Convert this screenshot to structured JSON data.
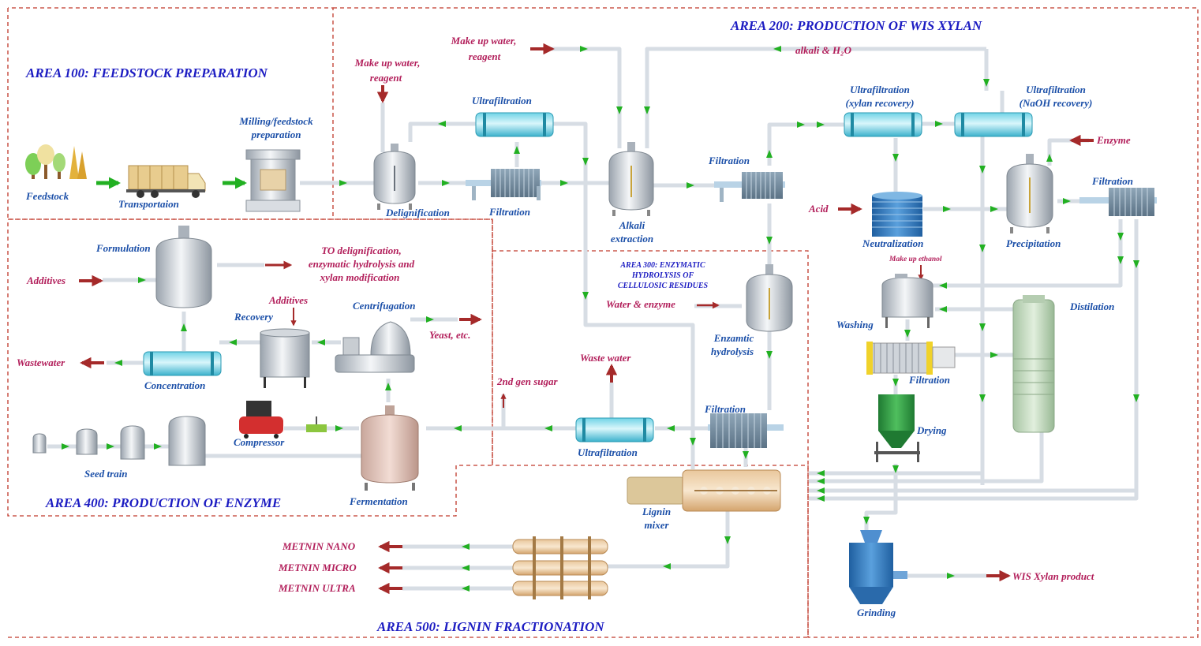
{
  "areas": {
    "a100": "AREA 100: FEEDSTOCK PREPARATION",
    "a200": "AREA 200: PRODUCTION OF WIS XYLAN",
    "a300": [
      "AREA 300: ENZYMATIC",
      "HYDROLYSIS OF",
      "CELLULOSIC RESIDUES"
    ],
    "a400": "AREA 400: PRODUCTION OF ENZYME",
    "a500": "AREA 500: LIGNIN FRACTIONATION"
  },
  "units": {
    "feedstock": "Feedstock",
    "transportation": "Transportaion",
    "milling": [
      "Milling/feedstock",
      "preparation"
    ],
    "delignification": "Delignification",
    "filtration": "Filtration",
    "ultrafiltration": "Ultrafiltration",
    "alkali_extraction": [
      "Alkali",
      "extraction"
    ],
    "uf_xylan": [
      "Ultrafiltration",
      "(xylan recovery)"
    ],
    "uf_naoh": [
      "Ultrafiltration",
      "(NaOH recovery)"
    ],
    "neutralization": "Neutralization",
    "precipitation": "Precipitation",
    "enzymatic_hydrolysis": [
      "Enzamtic",
      "hydrolysis"
    ],
    "washing": "Washing",
    "distilation": "Distilation",
    "drying": "Drying",
    "lignin_mixer": [
      "Lignin",
      "mixer"
    ],
    "grinding": "Grinding",
    "formulation": "Formulation",
    "recovery": "Recovery",
    "centrifugation": "Centrifugation",
    "concentration": "Concentration",
    "compressor": "Compressor",
    "seed_train": "Seed train",
    "fermentation": "Fermentation"
  },
  "streams": {
    "makeup_water_reagent": [
      "Make up water,",
      "reagent"
    ],
    "alkali_h2o": "alkali & H₂O",
    "enzyme": "Enzyme",
    "acid": "Acid",
    "makeup_ethanol": "Make up ethanol",
    "water_enzyme": "Water & enzyme",
    "waste_water": "Waste water",
    "second_gen_sugar": "2nd gen sugar",
    "to_delig": [
      "TO delignification,",
      "enzymatic hydrolysis and",
      "xylan modification"
    ],
    "additives": "Additives",
    "wastewater": "Wastewater",
    "yeast": "Yeast, etc.",
    "wis_xylan_product": "WIS Xylan product",
    "metnin_nano": "METNIN NANO",
    "metnin_micro": "METNIN MICRO",
    "metnin_ultra": "METNIN ULTRA"
  },
  "colors": {
    "area_title": "#1c1cc2",
    "unit_label": "#1b4fa8",
    "stream_label": "#b21e5a",
    "dashed_border": "#c0392b",
    "pipe": "#d7dde4",
    "flow_arrow": "#22b022",
    "product_arrow": "#a52a2a"
  },
  "icons": [
    "tree-icon",
    "truck-icon",
    "mill-icon",
    "reactor-icon",
    "filter-press-icon",
    "ultrafiltration-module-icon",
    "tank-icon",
    "column-icon",
    "centrifuge-icon",
    "compressor-icon",
    "fermenter-icon",
    "mixer-icon",
    "grinder-icon",
    "dryer-icon"
  ]
}
